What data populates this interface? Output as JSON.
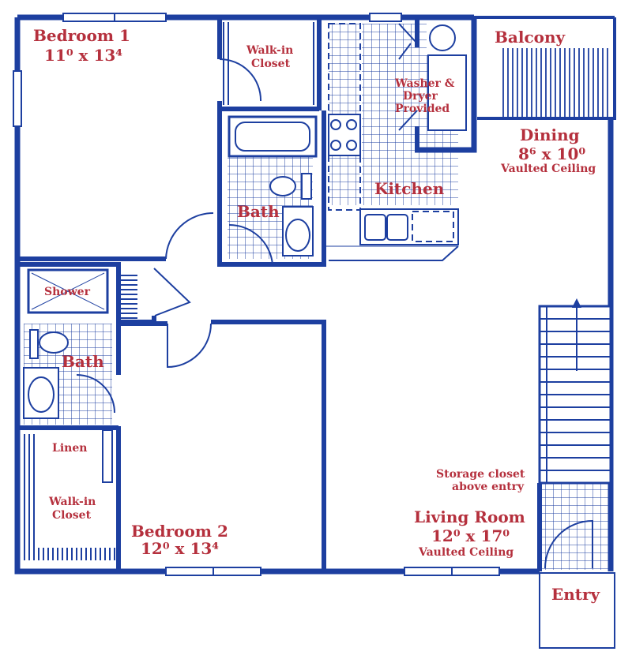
{
  "rooms": {
    "bedroom1": {
      "name": "Bedroom 1",
      "dims": "11⁰ x 13⁴"
    },
    "walkin1": {
      "line1": "Walk-in",
      "line2": "Closet"
    },
    "laundry": {
      "line1": "Washer &",
      "line2": "Dryer",
      "line3": "Provided"
    },
    "balcony": {
      "name": "Balcony"
    },
    "dining": {
      "name": "Dining",
      "dims": "8⁶ x 10⁰",
      "note": "Vaulted Ceiling"
    },
    "kitchen": {
      "name": "Kitchen"
    },
    "bath1": {
      "name": "Bath"
    },
    "shower": {
      "name": "Shower"
    },
    "bath2": {
      "name": "Bath"
    },
    "linen": {
      "name": "Linen"
    },
    "walkin2": {
      "line1": "Walk-in",
      "line2": "Closet"
    },
    "bedroom2": {
      "name": "Bedroom 2",
      "dims": "12⁰ x 13⁴"
    },
    "storage": {
      "line1": "Storage closet",
      "line2": "above entry"
    },
    "living": {
      "name": "Living Room",
      "dims": "12⁰ x 17⁰",
      "note": "Vaulted Ceiling"
    },
    "entry": {
      "name": "Entry"
    }
  },
  "colors": {
    "wall": "#1d3fa0",
    "label": "#b5303d",
    "background": "#ffffff"
  }
}
